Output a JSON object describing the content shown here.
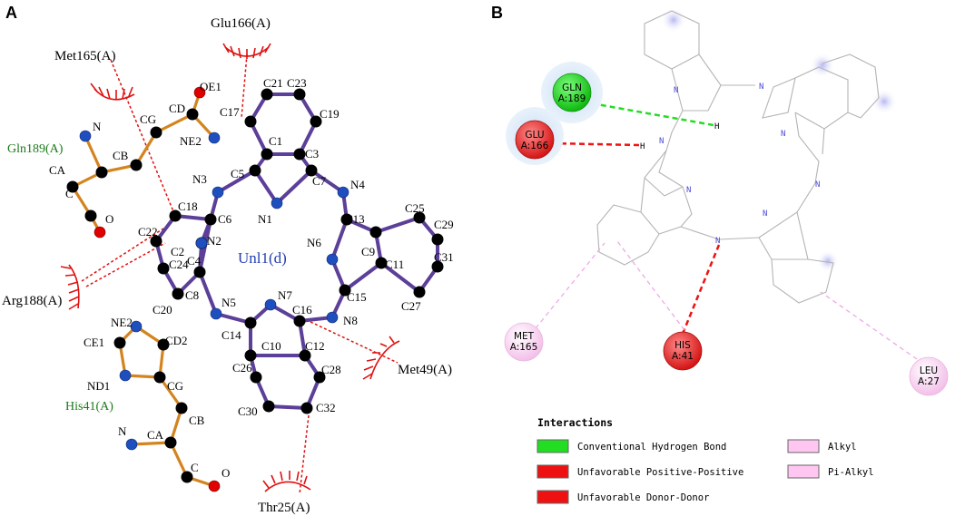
{
  "panels": {
    "a_label": "A",
    "b_label": "B"
  },
  "panel_a": {
    "ligand_label": "Unl1(d)",
    "atoms": [
      "C21",
      "C23",
      "C17",
      "C19",
      "C1",
      "C3",
      "C5",
      "C7",
      "N3",
      "N4",
      "N1",
      "C6",
      "C18",
      "C22",
      "C2",
      "N2",
      "C24",
      "C4",
      "C8",
      "C20",
      "N5",
      "C14",
      "N7",
      "C16",
      "N8",
      "C10",
      "C12",
      "C26",
      "C28",
      "C30",
      "C32",
      "C13",
      "C25",
      "C29",
      "N6",
      "C9",
      "C11",
      "C31",
      "C15",
      "C27"
    ],
    "gln189": {
      "name": "Gln189(A)",
      "atoms": [
        "N",
        "CA",
        "CB",
        "CG",
        "CD",
        "OE1",
        "NE2",
        "C",
        "O"
      ]
    },
    "his41": {
      "name": "His41(A)",
      "atoms": [
        "NE2",
        "CE1",
        "CD2",
        "ND1",
        "CG",
        "CB",
        "CA",
        "N",
        "C",
        "O"
      ]
    },
    "hydrophobic": [
      "Glu166(A)",
      "Met165(A)",
      "Arg188(A)",
      "Met49(A)",
      "Thr25(A)"
    ]
  },
  "panel_b": {
    "residues": [
      {
        "code": "GLN",
        "id": "A:189",
        "type": "Conventional Hydrogen Bond"
      },
      {
        "code": "GLU",
        "id": "A:166",
        "type": "Unfavorable Donor-Donor"
      },
      {
        "code": "MET",
        "id": "A:165",
        "type": "Alkyl"
      },
      {
        "code": "HIS",
        "id": "A:41",
        "type": "Unfavorable Positive-Positive"
      },
      {
        "code": "LEU",
        "id": "A:27",
        "type": "Pi-Alkyl"
      }
    ],
    "atom_labels": {
      "n": "N",
      "h": "H"
    },
    "legend": {
      "title": "Interactions",
      "items": [
        {
          "label": "Conventional Hydrogen Bond",
          "color": "#22dd22"
        },
        {
          "label": "Unfavorable Positive-Positive",
          "color": "#ee1111"
        },
        {
          "label": "Unfavorable Donor-Donor",
          "color": "#ee1111"
        },
        {
          "label": "Alkyl",
          "color": "#ffc6f2"
        },
        {
          "label": "Pi-Alkyl",
          "color": "#ffc6f2"
        }
      ]
    }
  }
}
